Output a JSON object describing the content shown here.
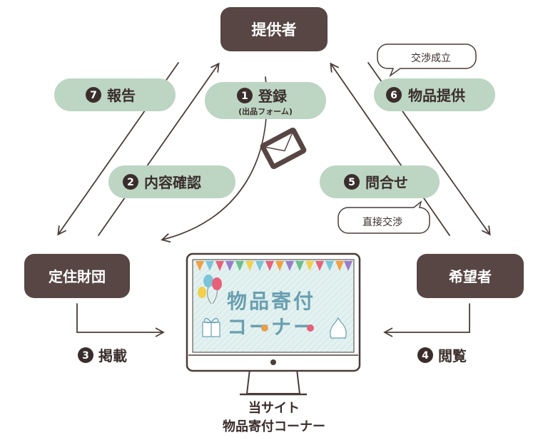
{
  "nodes": {
    "provider": "提供者",
    "foundation": "定住財団",
    "requester": "希望者"
  },
  "steps": {
    "s1": {
      "num": "1",
      "label": "登録",
      "sub": "(出品フォーム)"
    },
    "s2": {
      "num": "2",
      "label": "内容確認"
    },
    "s3": {
      "num": "3",
      "label": "掲載"
    },
    "s4": {
      "num": "4",
      "label": "閲覧"
    },
    "s5": {
      "num": "5",
      "label": "問合せ"
    },
    "s6": {
      "num": "6",
      "label": "物品提供"
    },
    "s7": {
      "num": "7",
      "label": "報告"
    }
  },
  "bubbles": {
    "deal": "交渉成立",
    "direct": "直接交渉"
  },
  "monitor": {
    "line1": "物品寄付",
    "line2": "コーナー",
    "caption1": "当サイト",
    "caption2": "物品寄付コーナー"
  },
  "colors": {
    "node_fill": "#574643",
    "node_text": "#ffffff",
    "pill_fill": "#bdd5c3",
    "ink": "#3a2e2c",
    "screen": "#dff0ef"
  }
}
